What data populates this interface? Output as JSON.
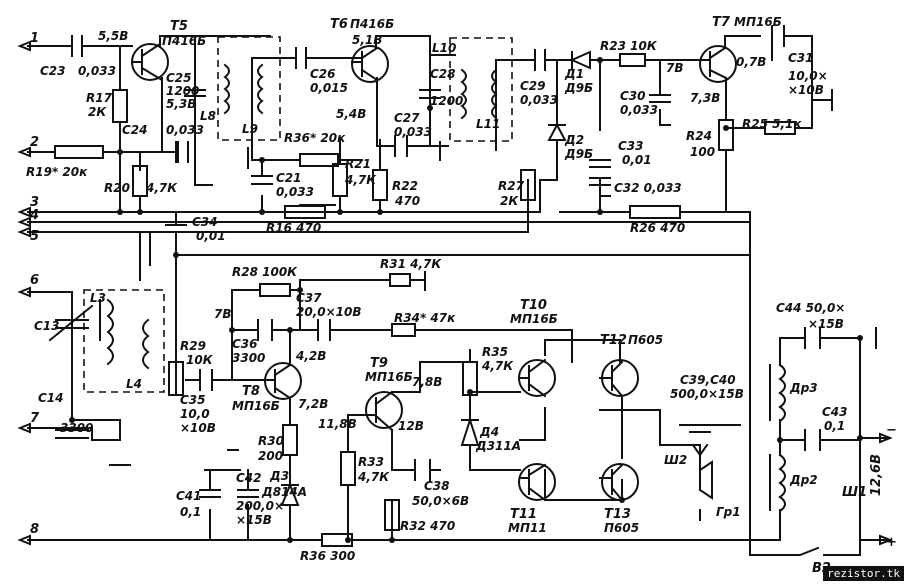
{
  "terminals": [
    "1",
    "2",
    "3",
    "4",
    "5",
    "6",
    "7",
    "8"
  ],
  "transistors": [
    {
      "ref": "T5",
      "type": "П416Б"
    },
    {
      "ref": "T6",
      "type": "П416Б"
    },
    {
      "ref": "T7",
      "type": "МП16Б"
    },
    {
      "ref": "T8",
      "type": "МП16Б"
    },
    {
      "ref": "T9",
      "type": "МП16Б"
    },
    {
      "ref": "T10",
      "type": "МП16Б"
    },
    {
      "ref": "T11",
      "type": "МП11"
    },
    {
      "ref": "T12",
      "type": "П605"
    },
    {
      "ref": "T13",
      "type": "П605"
    }
  ],
  "labels": {
    "c23": "C23",
    "c23v": "0,033",
    "r17": "R17",
    "r17v": "2К",
    "r19": "R19* 20к",
    "r20": "R20",
    "r20v": "4,7К",
    "c24": "C24",
    "c24v": "0,033",
    "c25": "C25",
    "c25v": "1200",
    "v55": "5,5В",
    "v53": "5,3В",
    "l8": "L8",
    "l9": "L9",
    "c26": "C26",
    "c26v": "0,015",
    "r36a": "R36* 20к",
    "c21": "C21",
    "c21v": "0,033",
    "r16": "R16 470",
    "c34": "C34",
    "c34v": "0,01",
    "v51": "5,1В",
    "v54": "5,4В",
    "l10": "L10",
    "c28": "C28",
    "c28v": "1200",
    "c27": "C27",
    "c27v": "0,033",
    "r21": "R21",
    "r21v": "4,7К",
    "r22": "R22",
    "r22v": "470",
    "l11": "L11",
    "c29": "C29",
    "c29v": "0,033",
    "d1": "Д1",
    "d1v": "Д9Б",
    "d2": "Д2",
    "d2v": "Д9Б",
    "r27": "R27",
    "r27v": "2К",
    "r23": "R23 10К",
    "v7": "7В",
    "c30": "C30",
    "c30v": "0,033",
    "c33": "C33",
    "c33v": "0,01",
    "c32": "C32 0,033",
    "v07": "0,7В",
    "v73": "7,3В",
    "c31": "C31",
    "c31v": "10,0×",
    "c31v2": "×10В",
    "r24": "R24",
    "r24v": "100",
    "r25": "R25 5,1к",
    "r26": "R26 470",
    "r28": "R28 100К",
    "r31": "R31 4,7К",
    "c37": "C37",
    "c37v": "20,0×10В",
    "r34": "R34* 47к",
    "v7b": "7В",
    "c36": "C36",
    "c36v": "3300",
    "v42": "4,2В",
    "r29": "R29",
    "r29v": "10К",
    "c35": "C35",
    "c35v": "10,0",
    "c35v2": "×10В",
    "v72": "7,2В",
    "r30": "R30",
    "r30v": "200",
    "d3": "Д3",
    "d3v": "Д814А",
    "c41": "C41",
    "c41v": "0,1",
    "c42": "C42",
    "c42v": "200,0×",
    "c42v2": "×15В",
    "r36b": "R36 300",
    "v118": "11,8В",
    "v78": "7,8В",
    "r33": "R33",
    "r33v": "4,7К",
    "v12": "12В",
    "c38": "C38",
    "c38v": "50,0×6В",
    "r32": "R32 470",
    "r35": "R35",
    "r35v": "4,7К",
    "d4": "Д4",
    "d4v": "Д311А",
    "c39": "C39,C40",
    "c39v": "500,0×15В",
    "w2": "Ш2",
    "gr1": "Гр1",
    "l3": "L3",
    "l4": "L4",
    "c13": "C13",
    "c14": "C14",
    "c14v": "3300",
    "c44": "C44 50,0×",
    "c44v": "×15В",
    "dr3": "Др3",
    "dr2": "Др2",
    "c43": "C43",
    "c43v": "0,1",
    "w1": "Ш1",
    "v126": "12,6В",
    "b2": "В2",
    "minus": "−",
    "plus": "+"
  },
  "watermark": "rezistor.tk"
}
